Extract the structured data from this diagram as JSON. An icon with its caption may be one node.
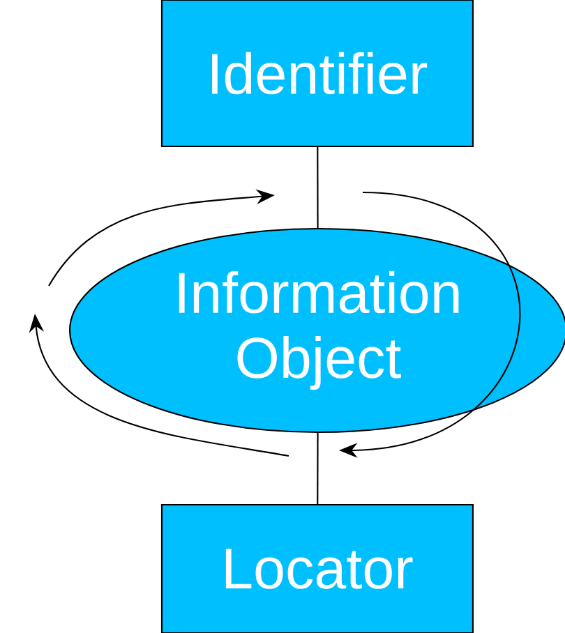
{
  "diagram": {
    "nodes": [
      {
        "text": [
          "Identifier"
        ]
      },
      {
        "text": [
          "Information Object"
        ]
      },
      {
        "text": [
          "Locator"
        ]
      }
    ],
    "edges": [
      {
        "from": 0,
        "to": 1,
        "arrow": "none"
      },
      {
        "from": 1,
        "to": 2,
        "arrow": "none"
      }
    ]
  }
}
